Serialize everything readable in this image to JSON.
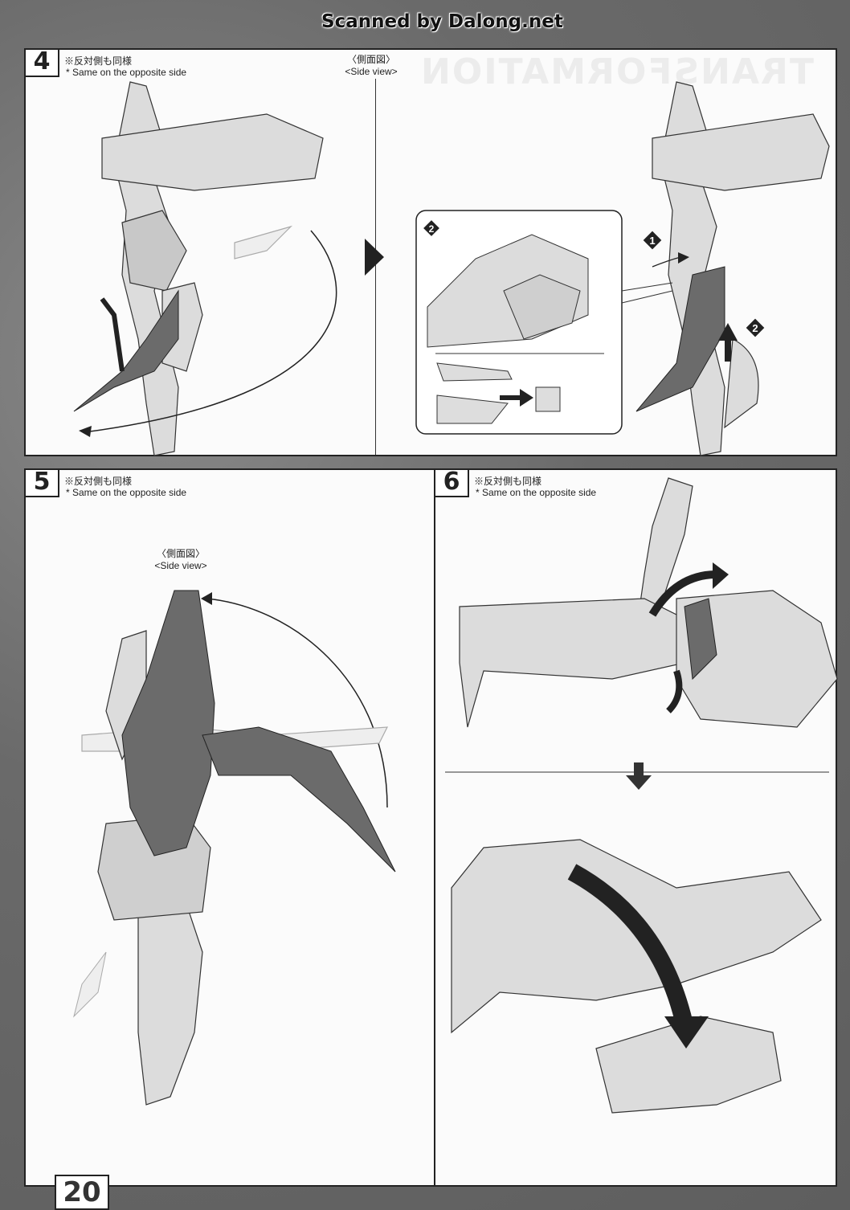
{
  "watermark": "Scanned by Dalong.net",
  "page_number": "20",
  "background_title": "TRANSFORMATION",
  "steps": [
    {
      "number": "4",
      "note_jp": "※反対側も同様",
      "note_en": "* Same on the opposite side",
      "side_view_jp": "〈側面図〉",
      "side_view_en": "<Side view>",
      "callouts": [
        "1",
        "2",
        "2"
      ]
    },
    {
      "number": "5",
      "note_jp": "※反対側も同様",
      "note_en": "* Same on the opposite side",
      "side_view_jp": "〈側面図〉",
      "side_view_en": "<Side view>"
    },
    {
      "number": "6",
      "note_jp": "※反対側も同様",
      "note_en": "* Same on the opposite side"
    }
  ]
}
